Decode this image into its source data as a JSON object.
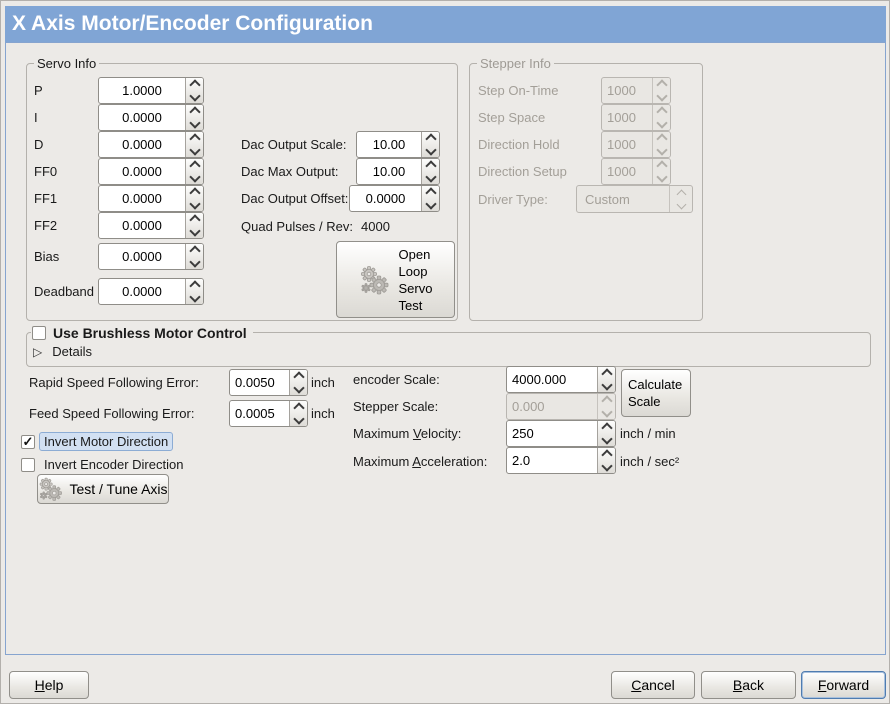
{
  "window": {
    "title": "X Axis Motor/Encoder Configuration"
  },
  "colors": {
    "titlebar": "#80a5d5",
    "content_border": "#86a4cf",
    "focus_highlight": "#d2e0f2"
  },
  "servo_info": {
    "title": "Servo Info",
    "fields": [
      {
        "label": "P",
        "value": "1.0000"
      },
      {
        "label": "I",
        "value": "0.0000"
      },
      {
        "label": "D",
        "value": "0.0000"
      },
      {
        "label": "FF0",
        "value": "0.0000"
      },
      {
        "label": "FF1",
        "value": "0.0000"
      },
      {
        "label": "FF2",
        "value": "0.0000"
      },
      {
        "label": "Bias",
        "value": "0.0000"
      },
      {
        "label": "Deadband",
        "value": "0.0000"
      }
    ],
    "dac": [
      {
        "label": "Dac Output Scale:",
        "value": "10.00"
      },
      {
        "label": "Dac Max Output:",
        "value": "10.00"
      },
      {
        "label": "Dac Output Offset:",
        "value": "0.0000"
      }
    ],
    "quad_pulses": {
      "label": "Quad Pulses / Rev:",
      "value": "4000"
    },
    "open_loop_button": "Open\nLoop\nServo\nTest"
  },
  "stepper_info": {
    "title": "Stepper Info",
    "fields": [
      {
        "label": "Step On-Time",
        "value": "1000"
      },
      {
        "label": "Step Space",
        "value": "1000"
      },
      {
        "label": "Direction Hold",
        "value": "1000"
      },
      {
        "label": "Direction Setup",
        "value": "1000"
      }
    ],
    "driver_type": {
      "label": "Driver Type:",
      "value": "Custom"
    }
  },
  "brushless": {
    "label": "Use Brushless Motor Control",
    "check": "",
    "details_label": "Details",
    "expander_icon": "▷"
  },
  "following_error": {
    "rapid": {
      "label": "Rapid Speed Following Error:",
      "value": "0.0050",
      "unit": "inch"
    },
    "feed": {
      "label": "Feed Speed Following Error:",
      "value": "0.0005",
      "unit": "inch"
    }
  },
  "scales": {
    "encoder": {
      "label": "encoder Scale:",
      "value": "4000.000"
    },
    "stepper": {
      "label": "Stepper Scale:",
      "value": "0.000"
    },
    "velocity": {
      "pre": "Maximum ",
      "mn": "V",
      "post": "elocity:",
      "value": "250",
      "unit": "inch / min"
    },
    "accel": {
      "pre": "Maximum ",
      "mn": "A",
      "post": "cceleration:",
      "value": "2.0",
      "unit": "inch / sec²"
    },
    "calculate_button": "Calculate\nScale"
  },
  "options": {
    "invert_motor": {
      "label": "Invert Motor Direction",
      "check": "✓"
    },
    "invert_encoder": {
      "label": "Invert Encoder Direction",
      "check": ""
    },
    "test_tune_button": "Test / Tune Axis"
  },
  "footer": {
    "help": {
      "mn": "H",
      "post": "elp"
    },
    "cancel": {
      "mn": "C",
      "post": "ancel"
    },
    "back": {
      "mn": "B",
      "post": "ack"
    },
    "forward": {
      "mn": "F",
      "post": "orward"
    }
  }
}
